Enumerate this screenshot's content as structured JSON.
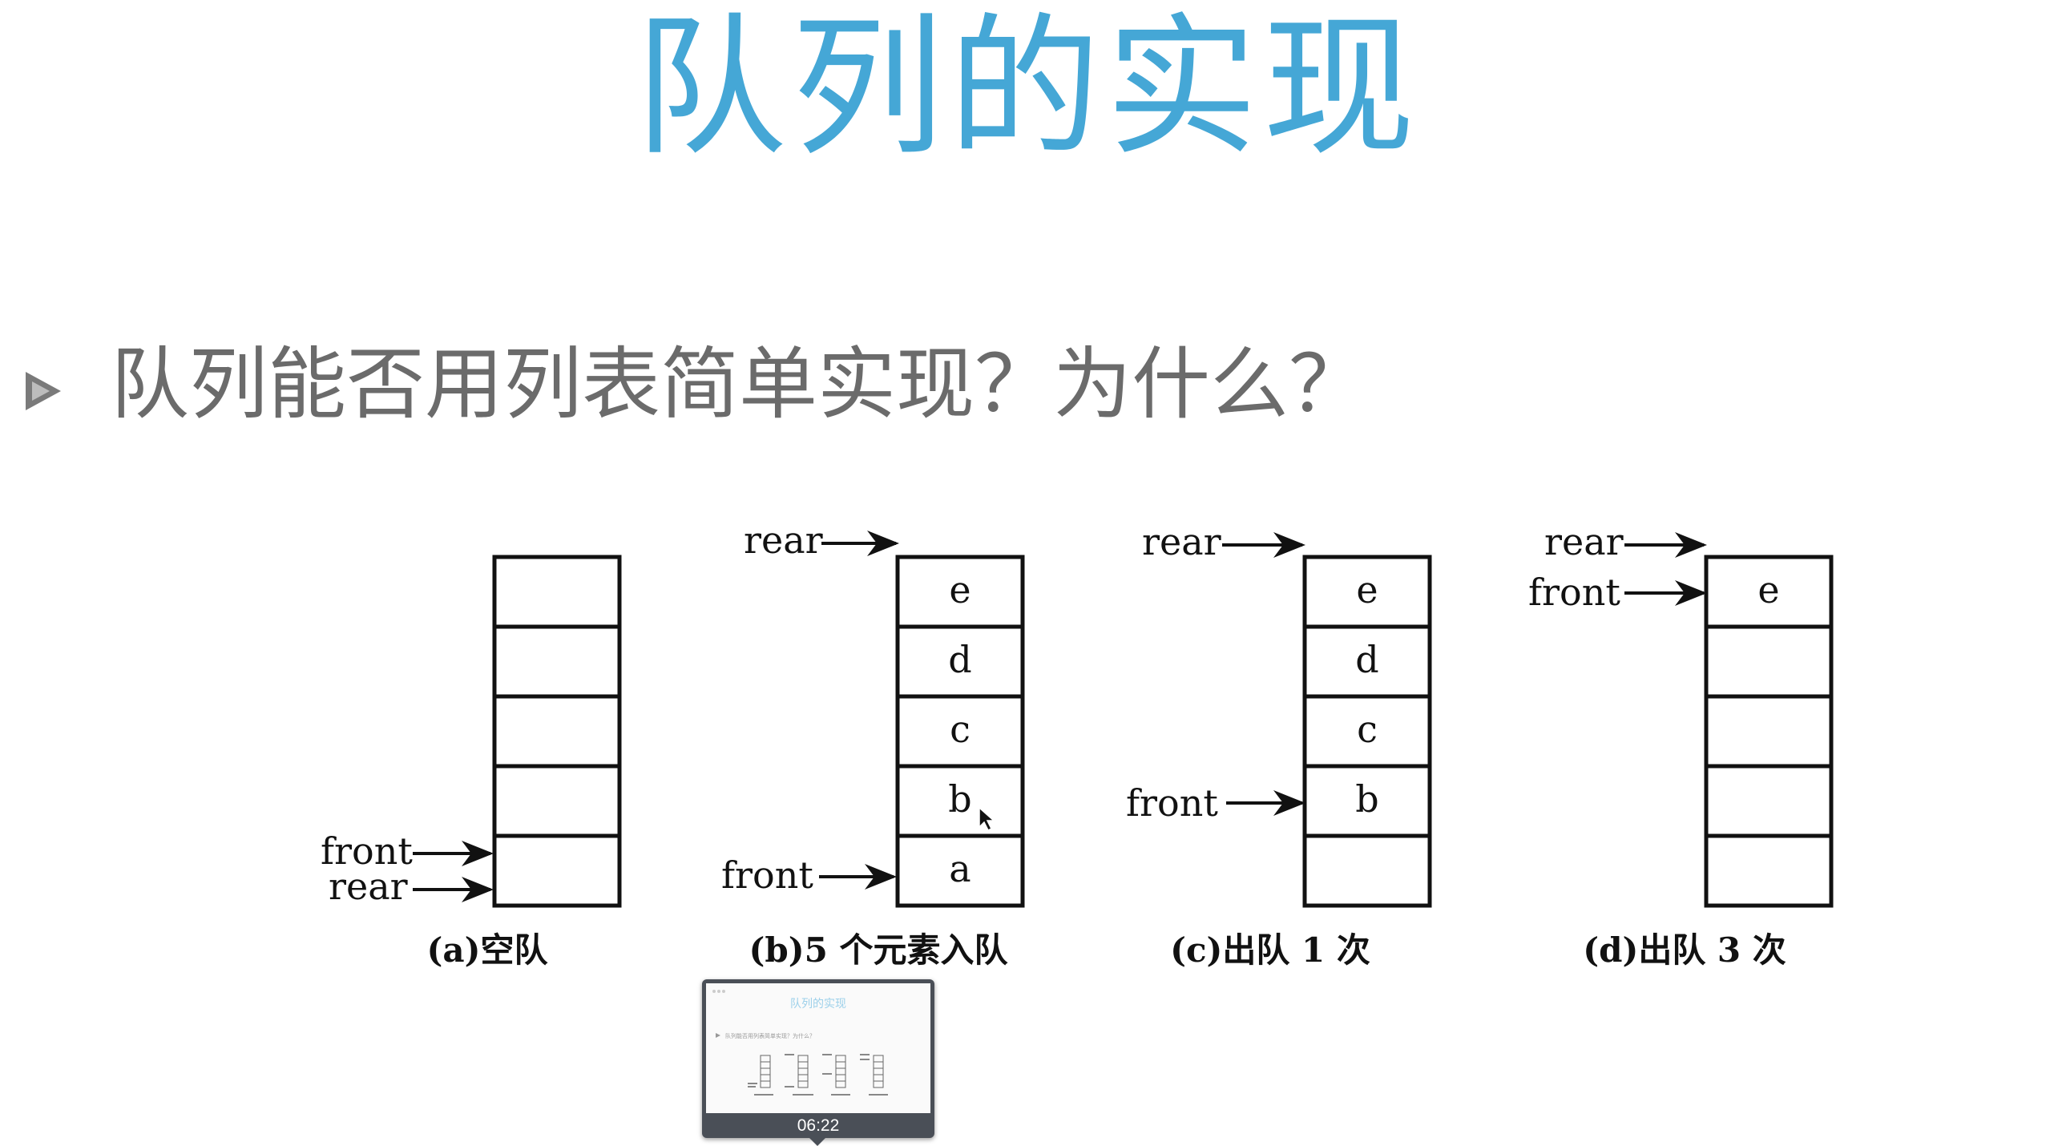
{
  "slide": {
    "title": "队列的实现",
    "bullet": "队列能否用列表简单实现？为什么？",
    "colors": {
      "title": "#45a7d6",
      "bullet_text": "#6b6b6b",
      "bullet_icon": "#7a7a7a"
    },
    "bullet_icon": "play-triangle-icon"
  },
  "figure": {
    "panels": [
      {
        "caption": "(a)空队",
        "cells_top_to_bottom": [
          "",
          "",
          "",
          "",
          ""
        ],
        "pointers": [
          {
            "label": "front",
            "cell": 4
          },
          {
            "label": "rear",
            "cell": 4
          }
        ]
      },
      {
        "caption": "(b)5 个元素入队",
        "cells_top_to_bottom": [
          "e",
          "d",
          "c",
          "b",
          "a"
        ],
        "pointers": [
          {
            "label": "rear",
            "cell": 0
          },
          {
            "label": "front",
            "cell": 4
          }
        ]
      },
      {
        "caption": "(c)出队 1 次",
        "cells_top_to_bottom": [
          "e",
          "d",
          "c",
          "b",
          ""
        ],
        "pointers": [
          {
            "label": "rear",
            "cell": 0
          },
          {
            "label": "front",
            "cell": 3
          }
        ]
      },
      {
        "caption": "(d)出队 3 次",
        "cells_top_to_bottom": [
          "e",
          "",
          "",
          "",
          ""
        ],
        "pointers": [
          {
            "label": "rear",
            "cell": 0
          },
          {
            "label": "front",
            "cell": 0
          }
        ]
      }
    ]
  },
  "preview": {
    "timestamp": "06:22",
    "thumbnail_title": "队列的实现",
    "thumbnail_bullet": "队列能否用列表简单实现？为什么？"
  }
}
